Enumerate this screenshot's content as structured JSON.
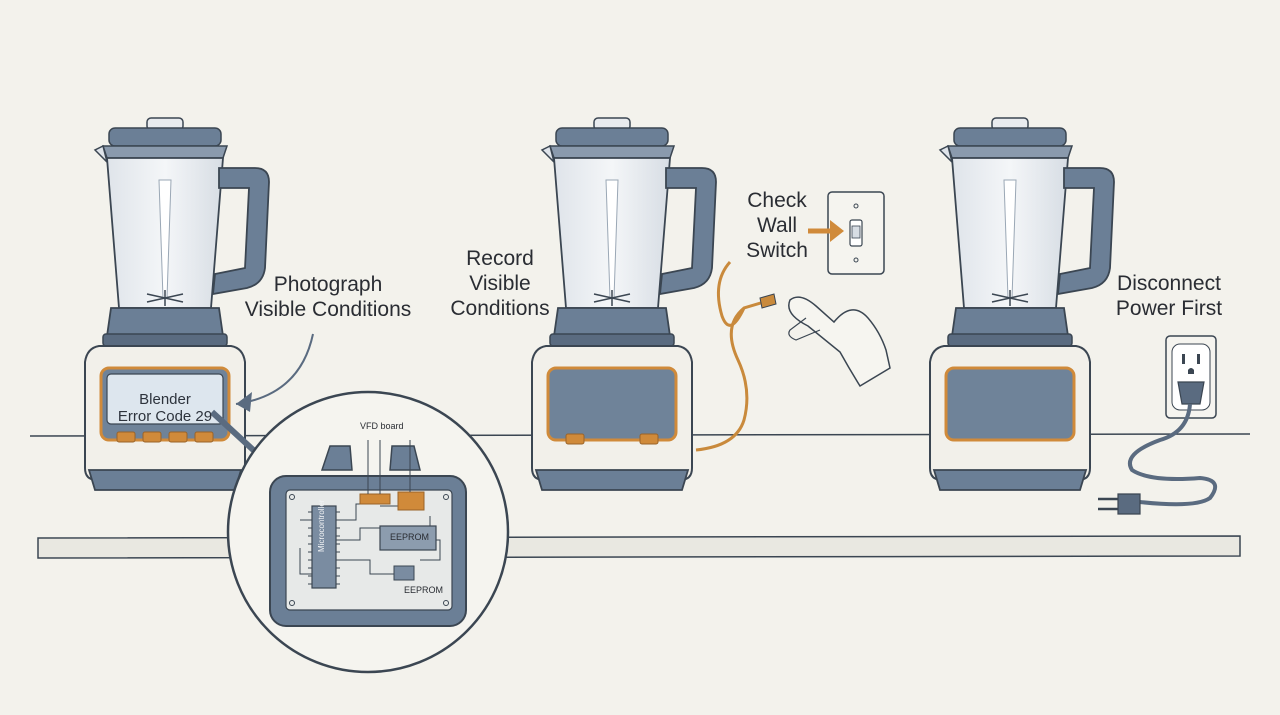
{
  "steps": [
    {
      "label_line1": "Photograph",
      "label_line2": "Visible Conditions",
      "display_line1": "Blender",
      "display_line2": "Error Code 29"
    },
    {
      "label_line1": "Record",
      "label_line2": "Visible",
      "label_line3": "Conditions"
    },
    {
      "label_line1": "Check",
      "label_line2": "Wall",
      "label_line3": "Switch"
    },
    {
      "label_line1": "Disconnect",
      "label_line2": "Power First"
    }
  ],
  "circuit": {
    "vfd_label": "VFD board",
    "chip1_label": "Microcontroller",
    "chip2_label": "EEPROM",
    "chip3_label": "EEPROM"
  },
  "colors": {
    "background": "#f3f2ec",
    "accent_orange": "#d08a3a",
    "slate": "#6b7f96",
    "outline": "#3b4652",
    "cord": "#c98a3c"
  }
}
